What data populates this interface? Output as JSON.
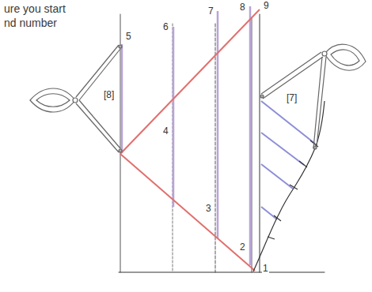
{
  "diagram": {
    "labels": [
      "ure you start",
      "nd number",
      "5",
      "6",
      "7",
      "8",
      "9",
      "[8]",
      "4",
      "3",
      "2",
      "1",
      "[7]"
    ]
  }
}
